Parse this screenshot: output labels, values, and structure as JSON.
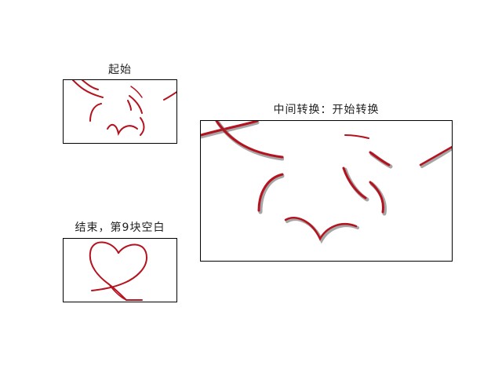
{
  "panels": {
    "start": {
      "title": "起始"
    },
    "middle": {
      "title": "中间转换：开始转换"
    },
    "end": {
      "title": "结束，第9块空白"
    }
  },
  "colors": {
    "ribbon": "#b5121f",
    "border": "#000000",
    "background": "#ffffff"
  }
}
